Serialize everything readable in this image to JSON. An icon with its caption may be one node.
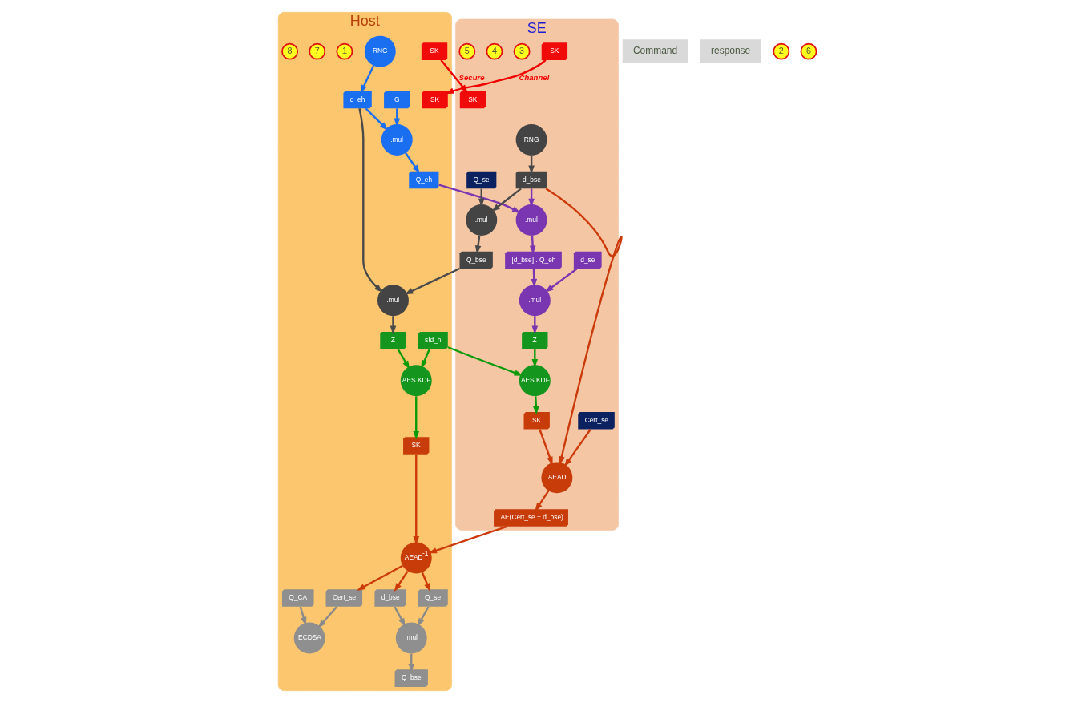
{
  "diagram": {
    "nodes": [
      {
        "text": [
          "Host"
        ]
      },
      {
        "text": [
          "SE"
        ]
      },
      {
        "text": [
          "sId_h"
        ],
        "in": 0
      },
      {
        "text": [
          "G"
        ],
        "in": 0
      },
      {
        "text": [
          ".mul"
        ],
        "in": 0
      },
      {
        "text": [
          "Q_eh"
        ],
        "in": 0
      },
      {
        "text": [
          "RNG"
        ],
        "in": 0
      },
      {
        "text": [
          "d_eh"
        ],
        "in": 0
      },
      {
        "text": [
          "AES KDF"
        ],
        "in": 0
      },
      {
        "text": [
          "Z"
        ],
        "in": 0
      },
      {
        "text": [
          ".mul"
        ],
        "in": 0
      },
      {
        "text": [
          "d_bse"
        ],
        "in": 0
      },
      {
        "text": [
          "Q_bse"
        ],
        "in": 0
      },
      {
        "text": [
          ".mul"
        ],
        "in": 0
      },
      {
        "text": [
          "Q_se"
        ],
        "in": 0
      },
      {
        "text": [
          "Q_CA"
        ],
        "in": 0
      },
      {
        "text": [
          "ECDSA"
        ],
        "in": 0
      },
      {
        "text": [
          "Cert_se"
        ],
        "in": 0
      },
      {
        "text": [
          "SK"
        ],
        "in": 0
      },
      {
        "text": [
          "SK"
        ],
        "in": 0
      },
      {
        "text": [
          "SK"
        ],
        "in": 0
      },
      {
        "text": [
          "AEAD$^{-1}$"
        ],
        "in": 0
      },
      {
        "text": [
          ".mul"
        ],
        "in": 1
      },
      {
        "text": [
          "[d_bse] . Q_eh"
        ],
        "in": 1
      },
      {
        "text": [
          "Q_se"
        ],
        "in": 1
      },
      {
        "text": [
          ".mul"
        ],
        "in": 1
      },
      {
        "text": [
          "d_bse"
        ],
        "in": 1
      },
      {
        "text": [
          ".mul"
        ],
        "in": 1
      },
      {
        "text": [
          "d_se"
        ],
        "in": 1
      },
      {
        "text": [
          "Q_bse"
        ],
        "in": 1
      },
      {
        "text": [
          "RNG"
        ],
        "in": 1
      },
      {
        "text": [
          "Z"
        ],
        "in": 1
      },
      {
        "text": [
          "AES KDF"
        ],
        "in": 1
      },
      {
        "text": [
          "Cert_se"
        ],
        "in": 1
      },
      {
        "text": [
          "AE(Cert_se + d_bse)"
        ],
        "in": 1
      },
      {
        "text": [
          "AEAD"
        ],
        "in": 1
      },
      {
        "text": [
          "SK"
        ],
        "in": 1
      },
      {
        "text": [
          "SK"
        ],
        "in": 1
      },
      {
        "text": [
          "SK"
        ],
        "in": 1
      },
      {
        "text": [
          "Command"
        ]
      },
      {
        "text": [
          "response"
        ]
      },
      {
        "text": [
          "1"
        ],
        "in": 0
      },
      {
        "text": [
          "2"
        ]
      },
      {
        "text": [
          "3"
        ],
        "in": 1
      },
      {
        "text": [
          "4"
        ],
        "in": 1
      },
      {
        "text": [
          "5"
        ],
        "in": 1
      },
      {
        "text": [
          "6"
        ]
      },
      {
        "text": [
          "7"
        ],
        "in": 0
      },
      {
        "text": [
          "8"
        ],
        "in": 0
      }
    ],
    "edges": [
      {
        "from": 2,
        "to": 8,
        "arrow": "to",
        "color": "#0a9a0a"
      },
      {
        "from": 2,
        "to": 32,
        "arrow": "to",
        "color": "#0a9a0a"
      },
      {
        "from": 3,
        "to": 4,
        "arrow": "to",
        "color": "#1a6ef0"
      },
      {
        "from": 4,
        "to": 5,
        "arrow": "to",
        "color": "#1a6ef0"
      },
      {
        "from": 7,
        "to": 4,
        "arrow": "to",
        "color": "#1a6ef0"
      },
      {
        "from": 6,
        "to": 7,
        "arrow": "to",
        "color": "#1a6ef0"
      },
      {
        "from": 7,
        "to": 10,
        "arrow": "to",
        "color": "#4a4a4a"
      },
      {
        "from": 10,
        "to": 9,
        "arrow": "to",
        "color": "#4a4a4a"
      },
      {
        "from": 9,
        "to": 8,
        "arrow": "to",
        "color": "#0a9a0a"
      },
      {
        "from": 29,
        "to": 10,
        "arrow": "to",
        "color": "#4a4a4a"
      },
      {
        "from": 5,
        "to": 22,
        "arrow": "to",
        "color": "#7a35b0"
      },
      {
        "from": 22,
        "to": 23,
        "arrow": "to",
        "color": "#7a35b0"
      },
      {
        "from": 26,
        "to": 22,
        "arrow": "to",
        "color": "#7a35b0"
      },
      {
        "from": 23,
        "to": 27,
        "arrow": "to",
        "color": "#7a35b0"
      },
      {
        "from": 28,
        "to": 27,
        "arrow": "to",
        "color": "#7a35b0"
      },
      {
        "from": 27,
        "to": 31,
        "arrow": "to",
        "color": "#7a35b0"
      },
      {
        "from": 31,
        "to": 32,
        "arrow": "to",
        "color": "#0a9a0a"
      },
      {
        "from": 24,
        "to": 25,
        "arrow": "to",
        "color": "#4a4a4a"
      },
      {
        "from": 26,
        "to": 25,
        "arrow": "to",
        "color": "#4a4a4a"
      },
      {
        "from": 25,
        "to": 29,
        "arrow": "to",
        "color": "#4a4a4a"
      },
      {
        "from": 30,
        "to": 26,
        "arrow": "to",
        "color": "#4a4a4a"
      },
      {
        "from": 8,
        "to": 18,
        "arrow": "to",
        "color": "#0a9a0a"
      },
      {
        "from": 32,
        "to": 36,
        "arrow": "to",
        "color": "#0a9a0a"
      },
      {
        "from": 26,
        "to": 35,
        "arrow": "to"
      },
      {
        "from": 33,
        "to": 35,
        "arrow": "to"
      },
      {
        "from": 36,
        "to": 35,
        "arrow": "to"
      },
      {
        "from": 35,
        "to": 34,
        "arrow": "to"
      },
      {
        "from": 34,
        "to": 21,
        "arrow": "to"
      },
      {
        "from": 18,
        "to": 21,
        "arrow": "to"
      },
      {
        "from": 21,
        "to": 11,
        "arrow": "to"
      },
      {
        "from": 21,
        "to": 14,
        "arrow": "to"
      },
      {
        "from": 21,
        "to": 17,
        "arrow": "to"
      },
      {
        "from": 11,
        "to": 13,
        "arrow": "to",
        "color": "#8a8a8a"
      },
      {
        "from": 14,
        "to": 13,
        "arrow": "to",
        "color": "#8a8a8a"
      },
      {
        "from": 13,
        "to": 12,
        "arrow": "to",
        "color": "#8a8a8a"
      },
      {
        "from": 15,
        "to": 16,
        "arrow": "to",
        "color": "#8a8a8a"
      },
      {
        "from": 17,
        "to": 16,
        "arrow": "to",
        "color": "#8a8a8a"
      },
      {
        "from": 19,
        "to": 37,
        "arrow": "to",
        "label": "Secure",
        "color": "#f00000"
      },
      {
        "from": 38,
        "to": 20,
        "arrow": "to",
        "label": "Channel",
        "color": "#f00000"
      }
    ]
  }
}
